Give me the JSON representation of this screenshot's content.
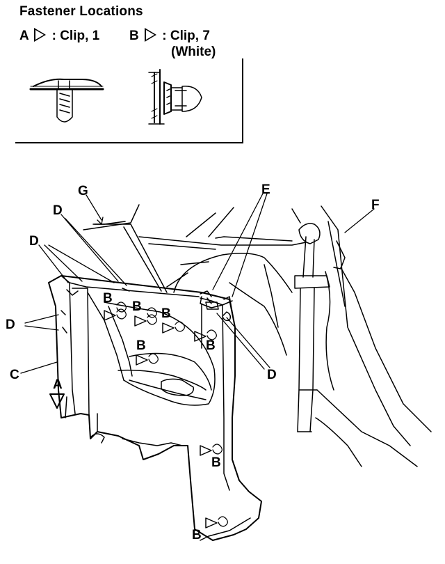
{
  "header": {
    "title": "Fastener Locations"
  },
  "legend": {
    "a_text": "A",
    "a_desc": ": Clip, 1",
    "b_text": "B",
    "b_desc": ": Clip, 7",
    "b_color": "(White)"
  },
  "callouts": {
    "A": "A",
    "B": "B",
    "C": "C",
    "D": "D",
    "E": "E",
    "F": "F",
    "G": "G"
  },
  "colors": {
    "line": "#000000",
    "background": "#ffffff"
  }
}
